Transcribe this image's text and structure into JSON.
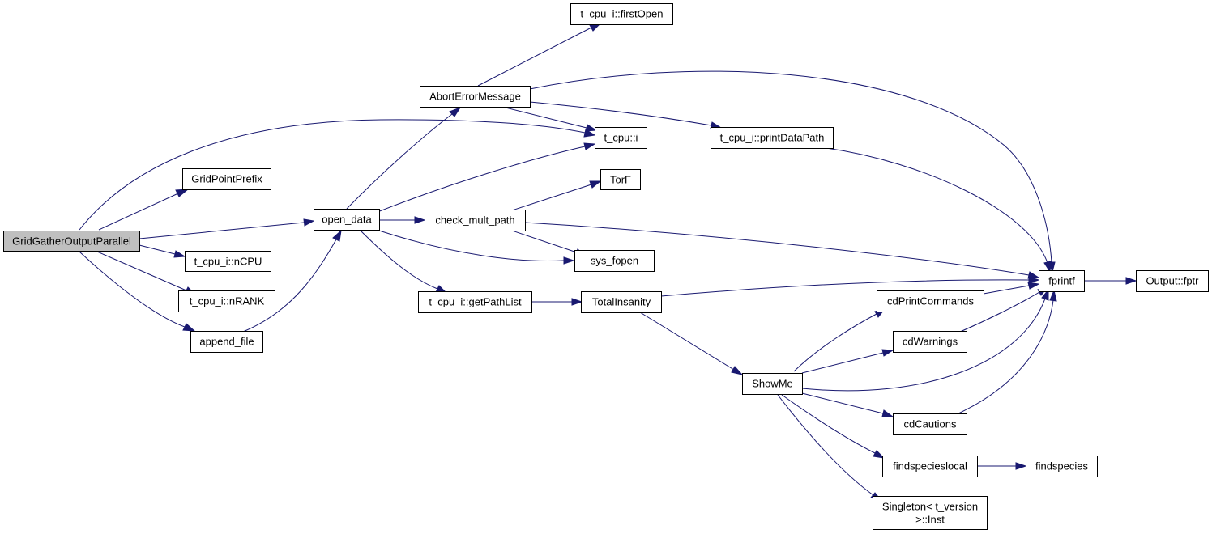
{
  "graph": {
    "nodes": {
      "root": "GridGatherOutputParallel",
      "gridpointprefix": "GridPointPrefix",
      "ncpu": "t_cpu_i::nCPU",
      "nrank": "t_cpu_i::nRANK",
      "append_file": "append_file",
      "open_data": "open_data",
      "aborterrormessage": "AbortErrorMessage",
      "firstopen": "t_cpu_i::firstOpen",
      "tcpu_i": "t_cpu::i",
      "printdatapath": "t_cpu_i::printDataPath",
      "torf": "TorF",
      "check_mult_path": "check_mult_path",
      "sys_fopen": "sys_fopen",
      "getpathlist": "t_cpu_i::getPathList",
      "totalinsanity": "TotalInsanity",
      "fprintf": "fprintf",
      "output_fptr": "Output::fptr",
      "cdprintcommands": "cdPrintCommands",
      "cdwarnings": "cdWarnings",
      "showme": "ShowMe",
      "cdcautions": "cdCautions",
      "findspecieslocal": "findspecieslocal",
      "findspecies": "findspecies",
      "singleton_line1": "Singleton< t_version",
      "singleton_line2": ">::Inst"
    },
    "edge_color": "#191970",
    "root_fill": "#bfbfbf"
  }
}
